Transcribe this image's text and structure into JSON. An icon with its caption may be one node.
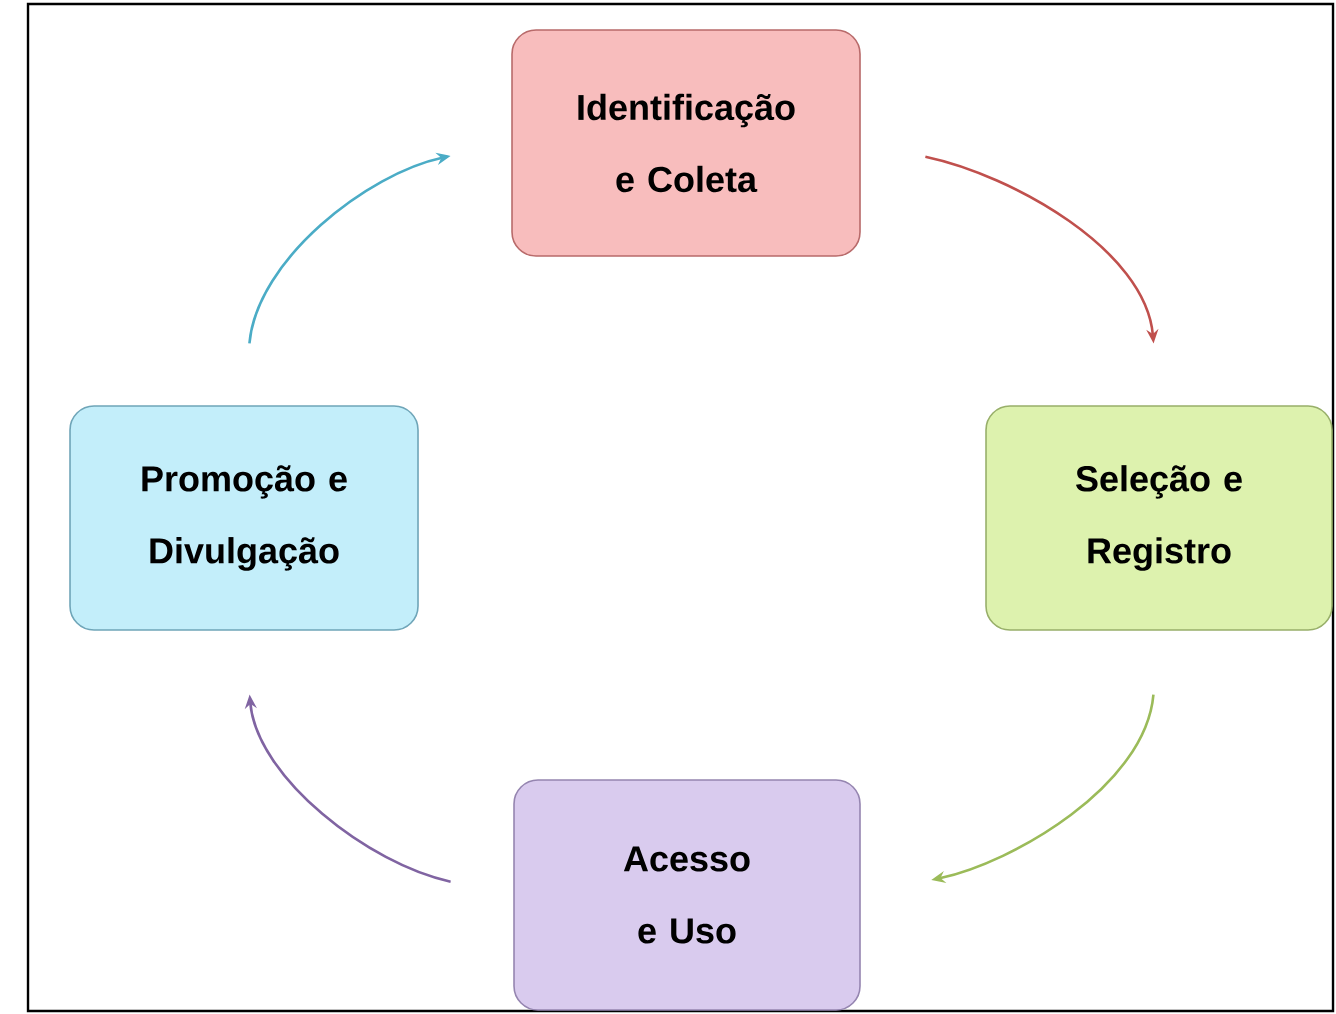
{
  "diagram": {
    "nodes": [
      {
        "text": [
          "Identificação e Coleta"
        ]
      },
      {
        "text": [
          "Seleção e Registro"
        ]
      },
      {
        "text": [
          "Acesso e Uso"
        ]
      },
      {
        "text": [
          "Promoção e Divulgação"
        ]
      }
    ],
    "edges": [
      {
        "from": 0,
        "to": 1,
        "arrow": "to",
        "color": "#c0504d"
      },
      {
        "from": 1,
        "to": 2,
        "arrow": "to",
        "color": "#9bbb59"
      },
      {
        "from": 2,
        "to": 3,
        "arrow": "to",
        "color": "#8064a2"
      },
      {
        "from": 3,
        "to": 0,
        "arrow": "to",
        "color": "#4bacc6"
      }
    ]
  }
}
